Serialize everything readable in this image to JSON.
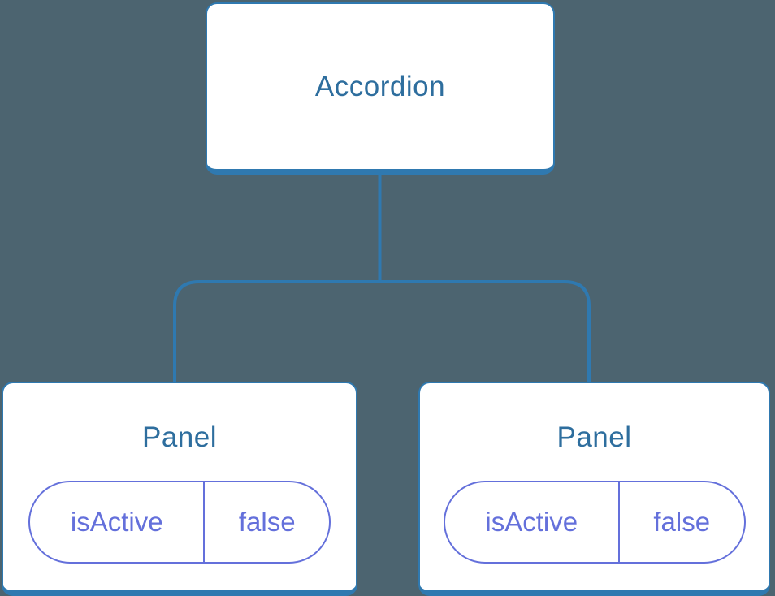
{
  "diagram": {
    "type": "component-tree",
    "root": {
      "label": "Accordion"
    },
    "children": [
      {
        "label": "Panel",
        "prop": {
          "name": "isActive",
          "value": "false"
        }
      },
      {
        "label": "Panel",
        "prop": {
          "name": "isActive",
          "value": "false"
        }
      }
    ]
  },
  "colors": {
    "background": "#4c6470",
    "line": "#2f79b0",
    "node_text": "#2e6e9e",
    "node_fill": "#ffffff",
    "prop": "#6470db"
  }
}
